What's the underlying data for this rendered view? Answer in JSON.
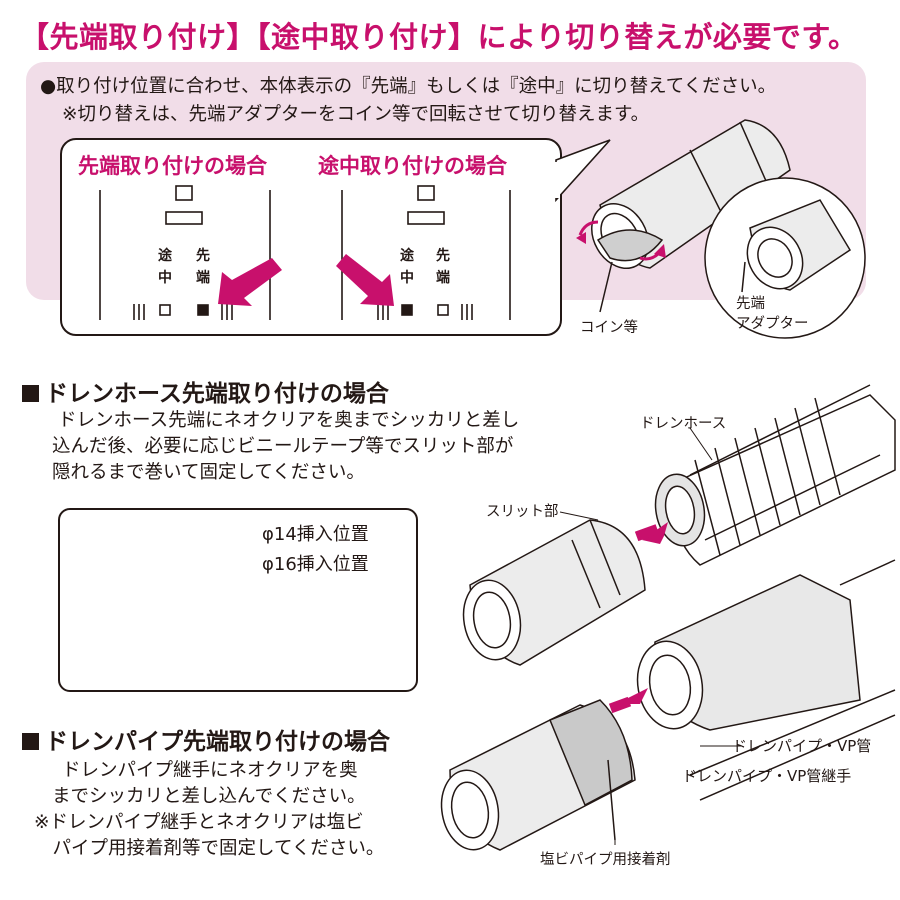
{
  "title": "【先端取り付け】【途中取り付け】により切り替えが必要です。",
  "notes": {
    "line1": "●取り付け位置に合わせ、本体表示の『先端』もしくは『途中』に切り替えてください。",
    "line2": "※切り替えは、先端アダプターをコイン等で回転させて切り替えます。"
  },
  "cases": {
    "tip_label": "先端取り付けの場合",
    "mid_label": "途中取り付けの場合",
    "switch_mid": [
      "途",
      "中"
    ],
    "switch_tip": [
      "先",
      "端"
    ]
  },
  "top_callouts": {
    "coin": "コイン等",
    "adapter_line1": "先端",
    "adapter_line2": "アダプター"
  },
  "hose_section": {
    "heading": "ドレンホース先端取り付けの場合",
    "lines": [
      "ドレンホース先端にネオクリアを奥までシッカリと差し",
      "込んだ後、必要に応じビニールテープ等でスリット部が",
      "隠れるまで巻いて固定してください。"
    ],
    "dim14": "φ14挿入位置",
    "dim16": "φ16挿入位置",
    "slit_label": "スリット部",
    "hose_label": "ドレンホース"
  },
  "pipe_section": {
    "heading": "ドレンパイプ先端取り付けの場合",
    "lines": [
      "ドレンパイプ継手にネオクリアを奥",
      "までシッカリと差し込んでください。",
      "※ドレンパイプ継手とネオクリアは塩ビ",
      "　パイプ用接着剤等で固定してください。"
    ],
    "pipe_label": "ドレンパイプ・VP管",
    "joint_label": "ドレンパイプ・VP管継手",
    "glue_label": "塩ビパイプ用接着剤"
  },
  "colors": {
    "accent": "#c8106c",
    "panel": "#f1dde8",
    "ink": "#231815",
    "body": "#e9e9e9"
  }
}
